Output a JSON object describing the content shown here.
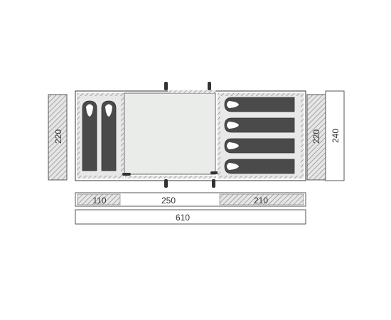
{
  "dimensions": {
    "left_height": "220",
    "right_inner_height": "220",
    "right_outer_height": "240",
    "left_bedroom_width": "110",
    "living_width": "250",
    "right_bedroom_width": "210",
    "total_width": "610"
  },
  "colors": {
    "outline": "#555555",
    "hatch": "#8a8a8a",
    "hatch_bg": "#e6e6e6",
    "bedroom_floor": "#e8e8e8",
    "living_floor": "#e9ece9",
    "sleeping_bag": "#4a4a4a",
    "pillow": "#ffffff"
  },
  "icons": [
    "sleeping-bag-icon",
    "pillow-icon",
    "zip-pull-icon"
  ]
}
